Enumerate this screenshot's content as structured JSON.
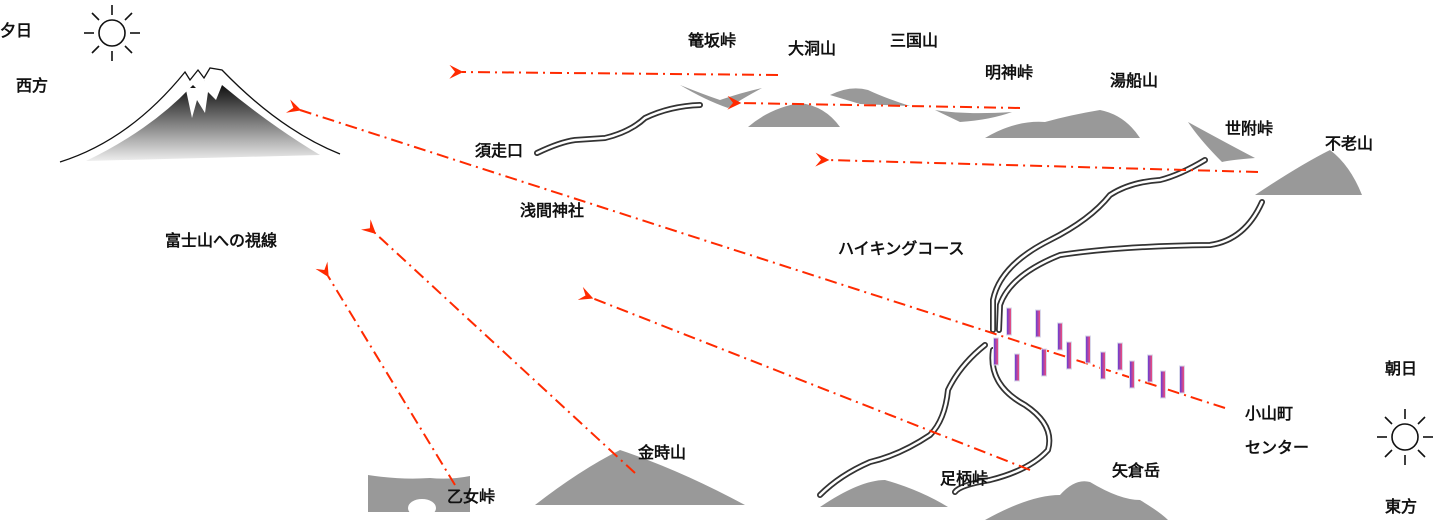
{
  "labels": {
    "yuhi": "夕日",
    "seiho": "西方",
    "houkizaka": "篭坂峠",
    "oborayama": "大洞山",
    "mikuniyama": "三国山",
    "myojin": "明神峠",
    "yubune": "湯船山",
    "yozuku": "世附峠",
    "furou": "不老山",
    "subashiri": "須走口",
    "sengen": "浅間神社",
    "fuji_view": "富士山への視線",
    "hiking": "ハイキングコース",
    "asahi": "朝日",
    "oyama1": "小山町",
    "oyama2": "センター",
    "kintoki": "金時山",
    "ashigara": "足柄峠",
    "yagura": "矢倉岳",
    "otome": "乙女峠",
    "toho": "東方"
  },
  "colors": {
    "sightline": "#ff2a00",
    "mountain": "#999999"
  }
}
